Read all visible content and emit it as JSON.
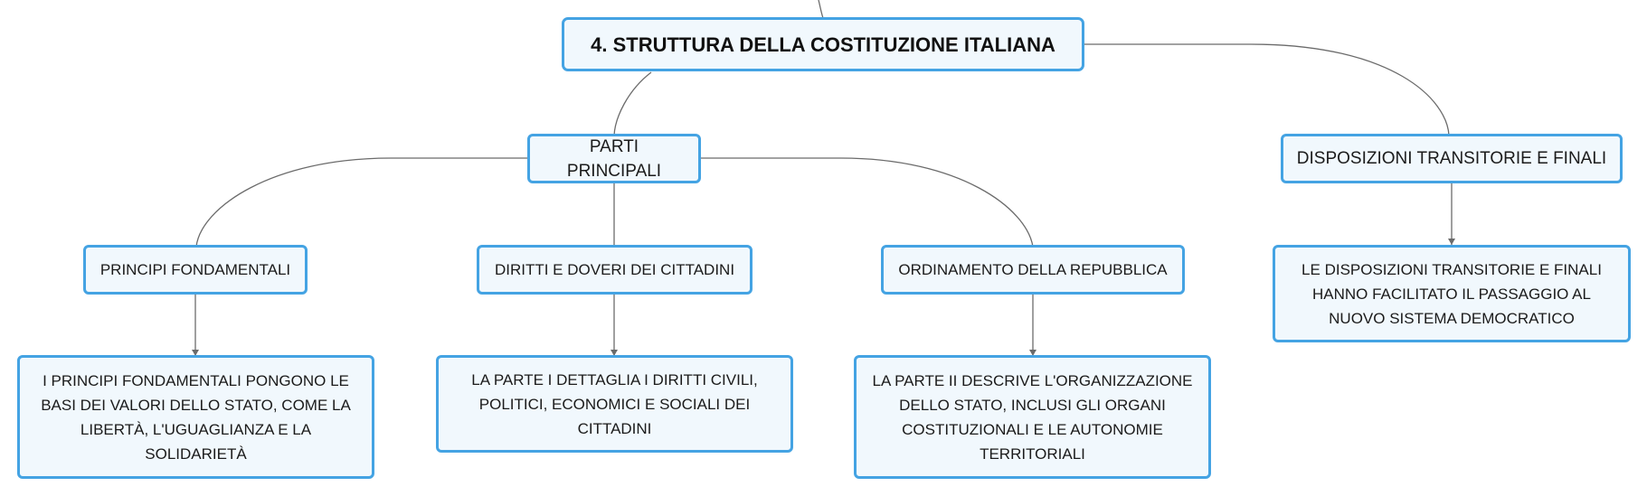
{
  "diagram": {
    "root": {
      "label": "4. STRUTTURA DELLA COSTITUZIONE ITALIANA"
    },
    "branches": [
      {
        "label": "PARTI PRINCIPALI",
        "children": [
          {
            "label": "PRINCIPI FONDAMENTALI",
            "detail": "I PRINCIPI FONDAMENTALI PONGONO LE BASI DEI VALORI DELLO STATO, COME LA LIBERTÀ, L'UGUAGLIANZA E LA SOLIDARIETÀ"
          },
          {
            "label": "DIRITTI E DOVERI DEI CITTADINI",
            "detail": "LA PARTE I DETTAGLIA I DIRITTI CIVILI, POLITICI, ECONOMICI E SOCIALI DEI CITTADINI"
          },
          {
            "label": "ORDINAMENTO DELLA REPUBBLICA",
            "detail": "LA PARTE II DESCRIVE L'ORGANIZZAZIONE DELLO STATO, INCLUSI GLI ORGANI COSTITUZIONALI E LE AUTONOMIE TERRITORIALI"
          }
        ]
      },
      {
        "label": "DISPOSIZIONI TRANSITORIE E FINALI",
        "detail": "LE DISPOSIZIONI TRANSITORIE E FINALI HANNO FACILITATO IL PASSAGGIO AL NUOVO SISTEMA DEMOCRATICO"
      }
    ],
    "colors": {
      "node_border": "#44a3e3",
      "node_fill": "#f1f8fd",
      "connector": "#6b6b6b"
    }
  }
}
